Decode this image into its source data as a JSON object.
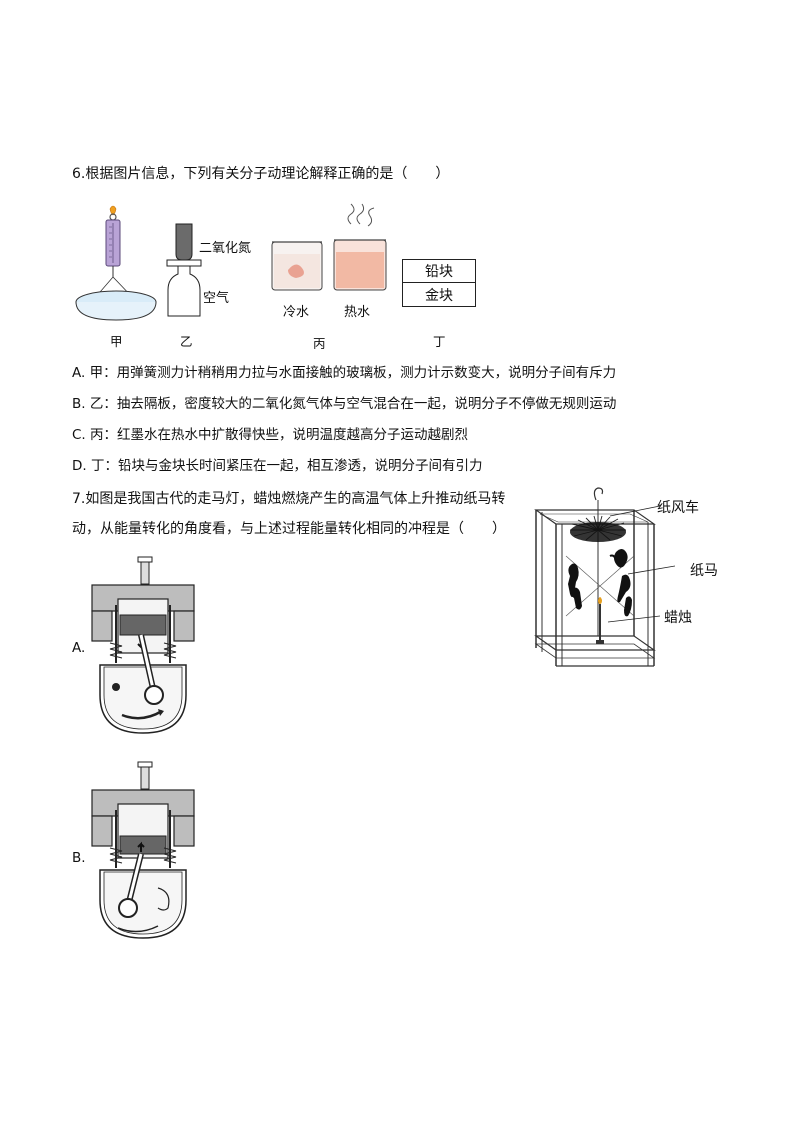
{
  "q6": {
    "stem": "6.根据图片信息，下列有关分子动理论解释正确的是（　　）",
    "fig_labels": {
      "jia": "甲",
      "yi": "乙",
      "bing": "丙",
      "ding": "丁",
      "no2": "二氧化氮",
      "air": "空气",
      "cold_water": "冷水",
      "hot_water": "热水",
      "lead_block": "铅块",
      "gold_block": "金块"
    },
    "options": [
      "A. 甲：用弹簧测力计稍稍用力拉与水面接触的玻璃板，测力计示数变大，说明分子间有斥力",
      "B. 乙：抽去隔板，密度较大的二氧化氮气体与空气混合在一起，说明分子不停做无规则运动",
      "C. 丙：红墨水在热水中扩散得快些，说明温度越高分子运动越剧烈",
      "D. 丁：铅块与金块长时间紧压在一起，相互渗透，说明分子间有引力"
    ]
  },
  "q7": {
    "stem_line1": "7.如图是我国古代的走马灯，蜡烛燃烧产生的高温气体上升推动纸马转",
    "stem_line2": "动，从能量转化的角度看，与上述过程能量转化相同的冲程是（　　）",
    "lantern_labels": {
      "paper_fan": "纸风车",
      "paper_horse": "纸马",
      "candle": "蜡烛"
    },
    "option_a": "A.",
    "option_b": "B."
  }
}
